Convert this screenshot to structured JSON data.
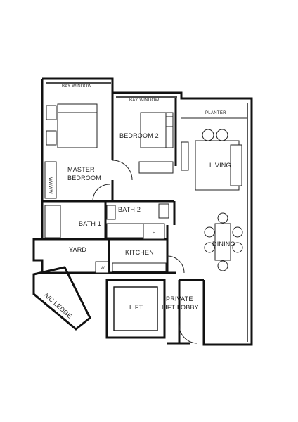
{
  "rooms": {
    "bay_window_master": "BAY WINDOW",
    "bay_window_bedroom2": "BAY WINDOW",
    "planter": "PLANTER",
    "bedroom2": "BEDROOM 2",
    "master_bedroom_line1": "MASTER",
    "master_bedroom_line2": "BEDROOM",
    "living": "LIVING",
    "bath2": "BATH 2",
    "bath1": "BATH 1",
    "dining": "DINING",
    "yard": "YARD",
    "kitchen": "KITCHEN",
    "lift": "LIFT",
    "private_lift_lobby_line1": "PRIVATE",
    "private_lift_lobby_line2": "LIFT LOBBY",
    "ac_ledge": "A/C LEDGE"
  },
  "fixtures": {
    "fridge": "F",
    "washer": "W"
  }
}
